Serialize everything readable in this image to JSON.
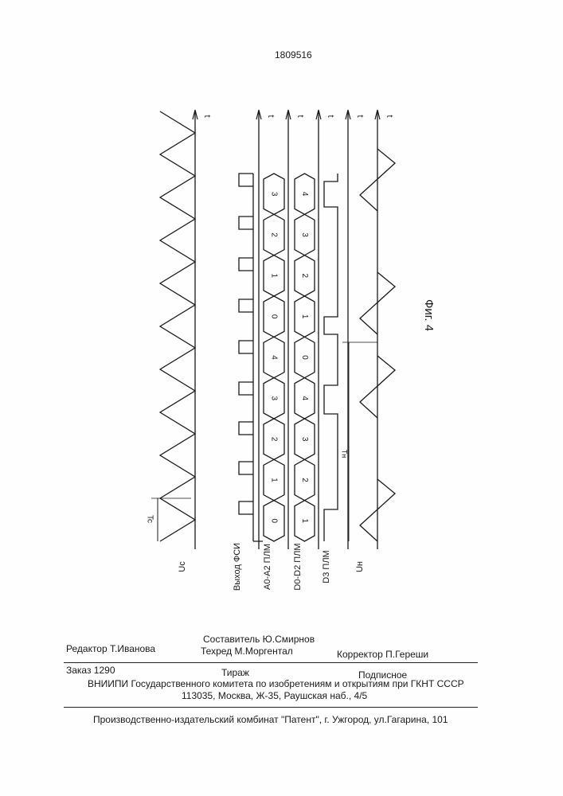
{
  "header": {
    "patent_number": "1809516"
  },
  "figure": {
    "caption": "Фиг. 4",
    "time_label": "t",
    "tc_label": "Tc",
    "tn_label": "Tн",
    "signal_labels": [
      "Uc",
      "Выход ФСИ",
      "A0-A2 ПЛМ",
      "D0-D2 ПЛМ",
      "D3 ПЛМ",
      "Uн"
    ],
    "a_bus_values": [
      "0",
      "1",
      "2",
      "3",
      "4",
      "0",
      "1",
      "2",
      "3"
    ],
    "d_bus_values": [
      "1",
      "2",
      "3",
      "4",
      "0",
      "1",
      "2",
      "3",
      "4"
    ]
  },
  "footer": {
    "editor": "Редактор Т.Иванова",
    "compiler": "Составитель Ю.Смирнов",
    "techeditor": "Техред М.Моргентал",
    "corrector": "Корректор П.Гереши",
    "order": "Заказ 1290",
    "circulation": "Тираж",
    "subscription": "Подписное",
    "institute": "ВНИИПИ Государственного комитета по изобретениям и открытиям при ГКНТ СССР",
    "address": "113035, Москва, Ж-35, Раушская наб., 4/5",
    "publisher": "Производственно-издательский комбинат \"Патент\", г. Ужгород, ул.Гагарина, 101"
  }
}
